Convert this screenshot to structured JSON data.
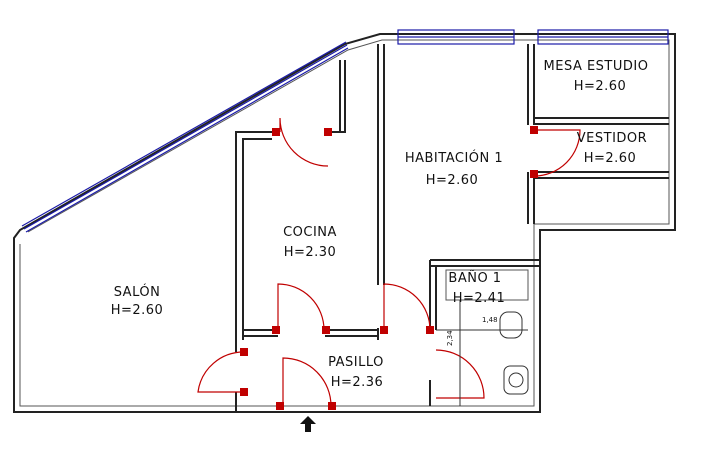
{
  "rooms": [
    {
      "id": "salon",
      "name": "SALÓN",
      "height": "H=2.60"
    },
    {
      "id": "cocina",
      "name": "COCINA",
      "height": "H=2.30"
    },
    {
      "id": "habitacion",
      "name": "HABITACIÓN 1",
      "height": "H=2.60"
    },
    {
      "id": "mesa",
      "name": "MESA ESTUDIO",
      "height": "H=2.60"
    },
    {
      "id": "vestidor",
      "name": "VESTIDOR",
      "height": "H=2.60"
    },
    {
      "id": "bano",
      "name": "BAÑO 1",
      "height": "H=2.41"
    },
    {
      "id": "pasillo",
      "name": "PASILLO",
      "height": "H=2.36"
    }
  ],
  "dimensions": {
    "bath_width": "1,48",
    "bath_depth": "2,34"
  },
  "colors": {
    "wall": "#222222",
    "window": "#1a1aa8",
    "door": "#c00000"
  },
  "icons": {
    "entrance": "entrance-arrow-icon"
  }
}
